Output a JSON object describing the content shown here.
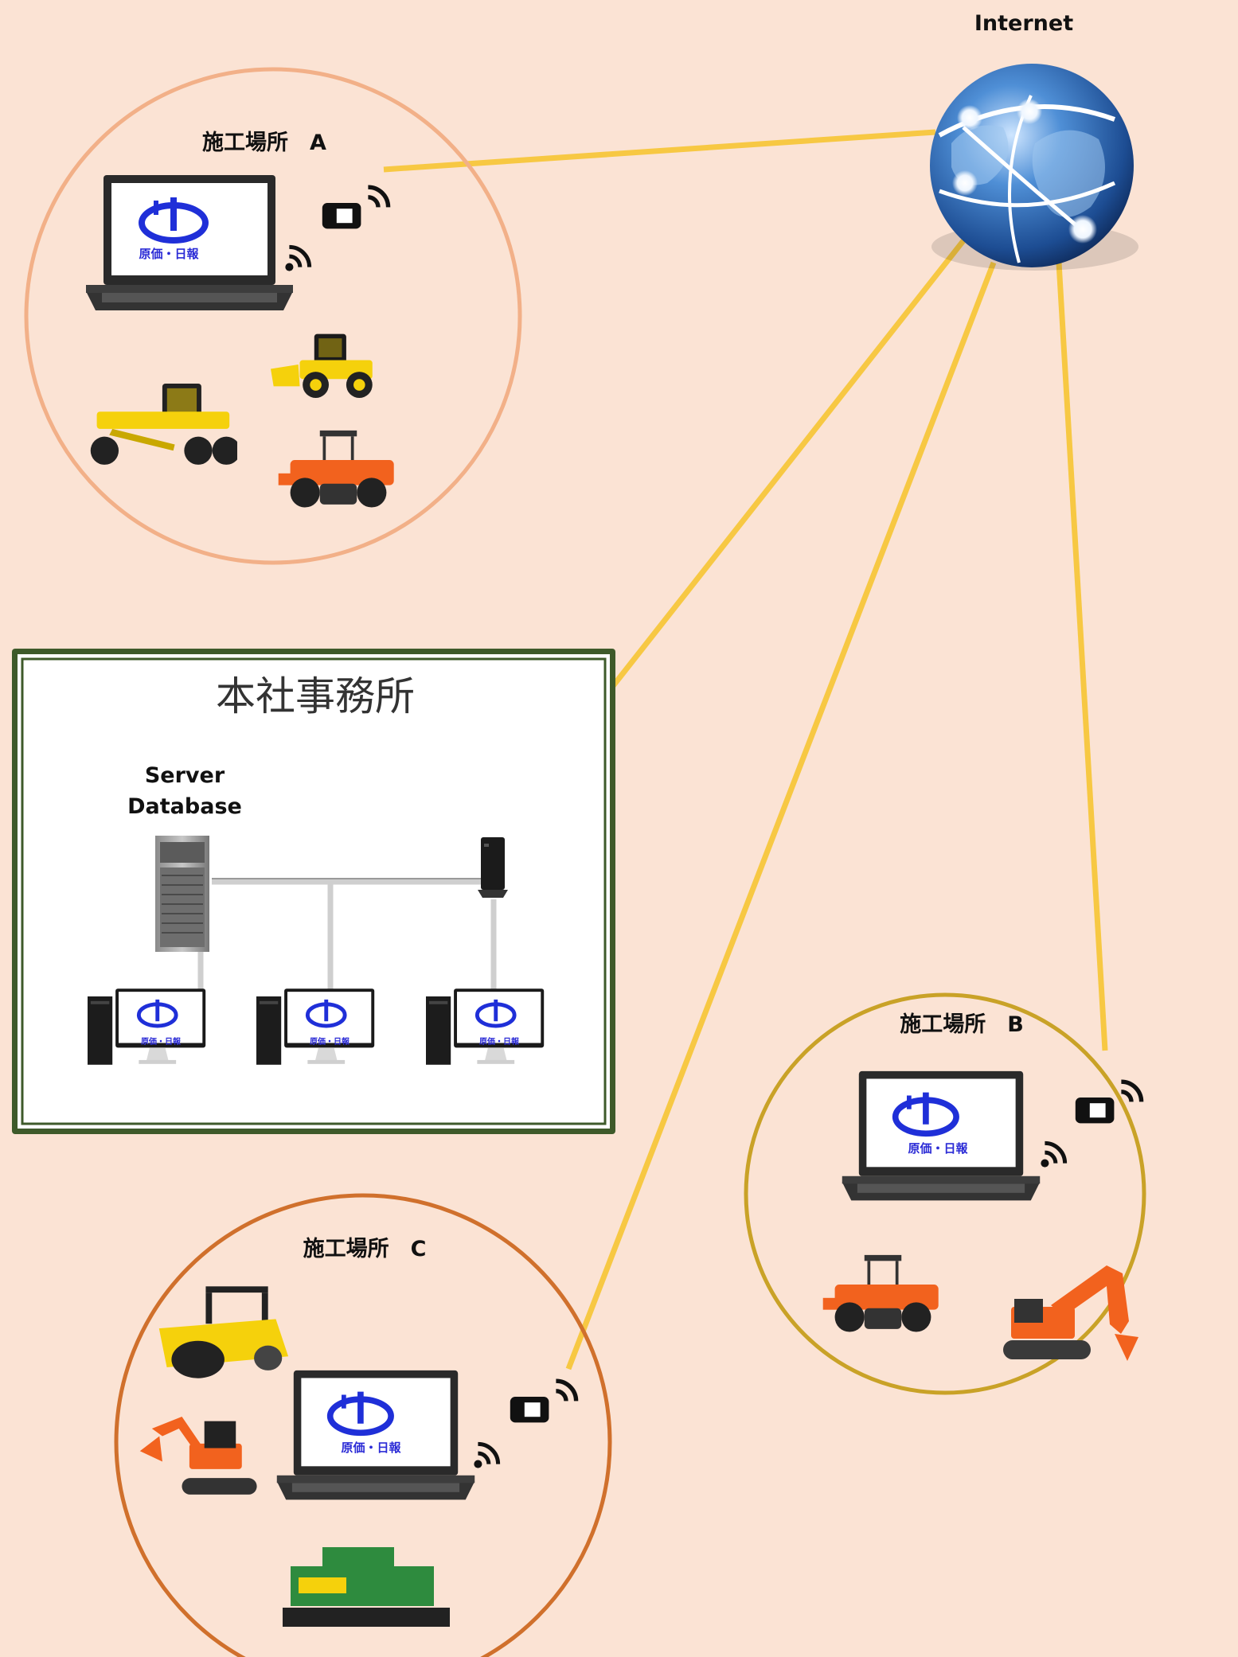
{
  "internet": {
    "label": "Internet"
  },
  "headquarters": {
    "title": "本社事務所",
    "server_label_line1": "Server",
    "server_label_line2": "Database"
  },
  "sites": [
    {
      "id": "A",
      "label": "施工場所　A"
    },
    {
      "id": "B",
      "label": "施工場所　B"
    },
    {
      "id": "C",
      "label": "施工場所　C"
    }
  ],
  "app_caption": "原価・日報",
  "colors": {
    "background": "#fbe3d4",
    "link": "#f7c843",
    "site_a_ring": "#f2b088",
    "site_b_ring": "#c9a227",
    "site_c_ring": "#d0702c",
    "hq_border": "#3e5a2a",
    "app_blue": "#1f2fd8"
  }
}
